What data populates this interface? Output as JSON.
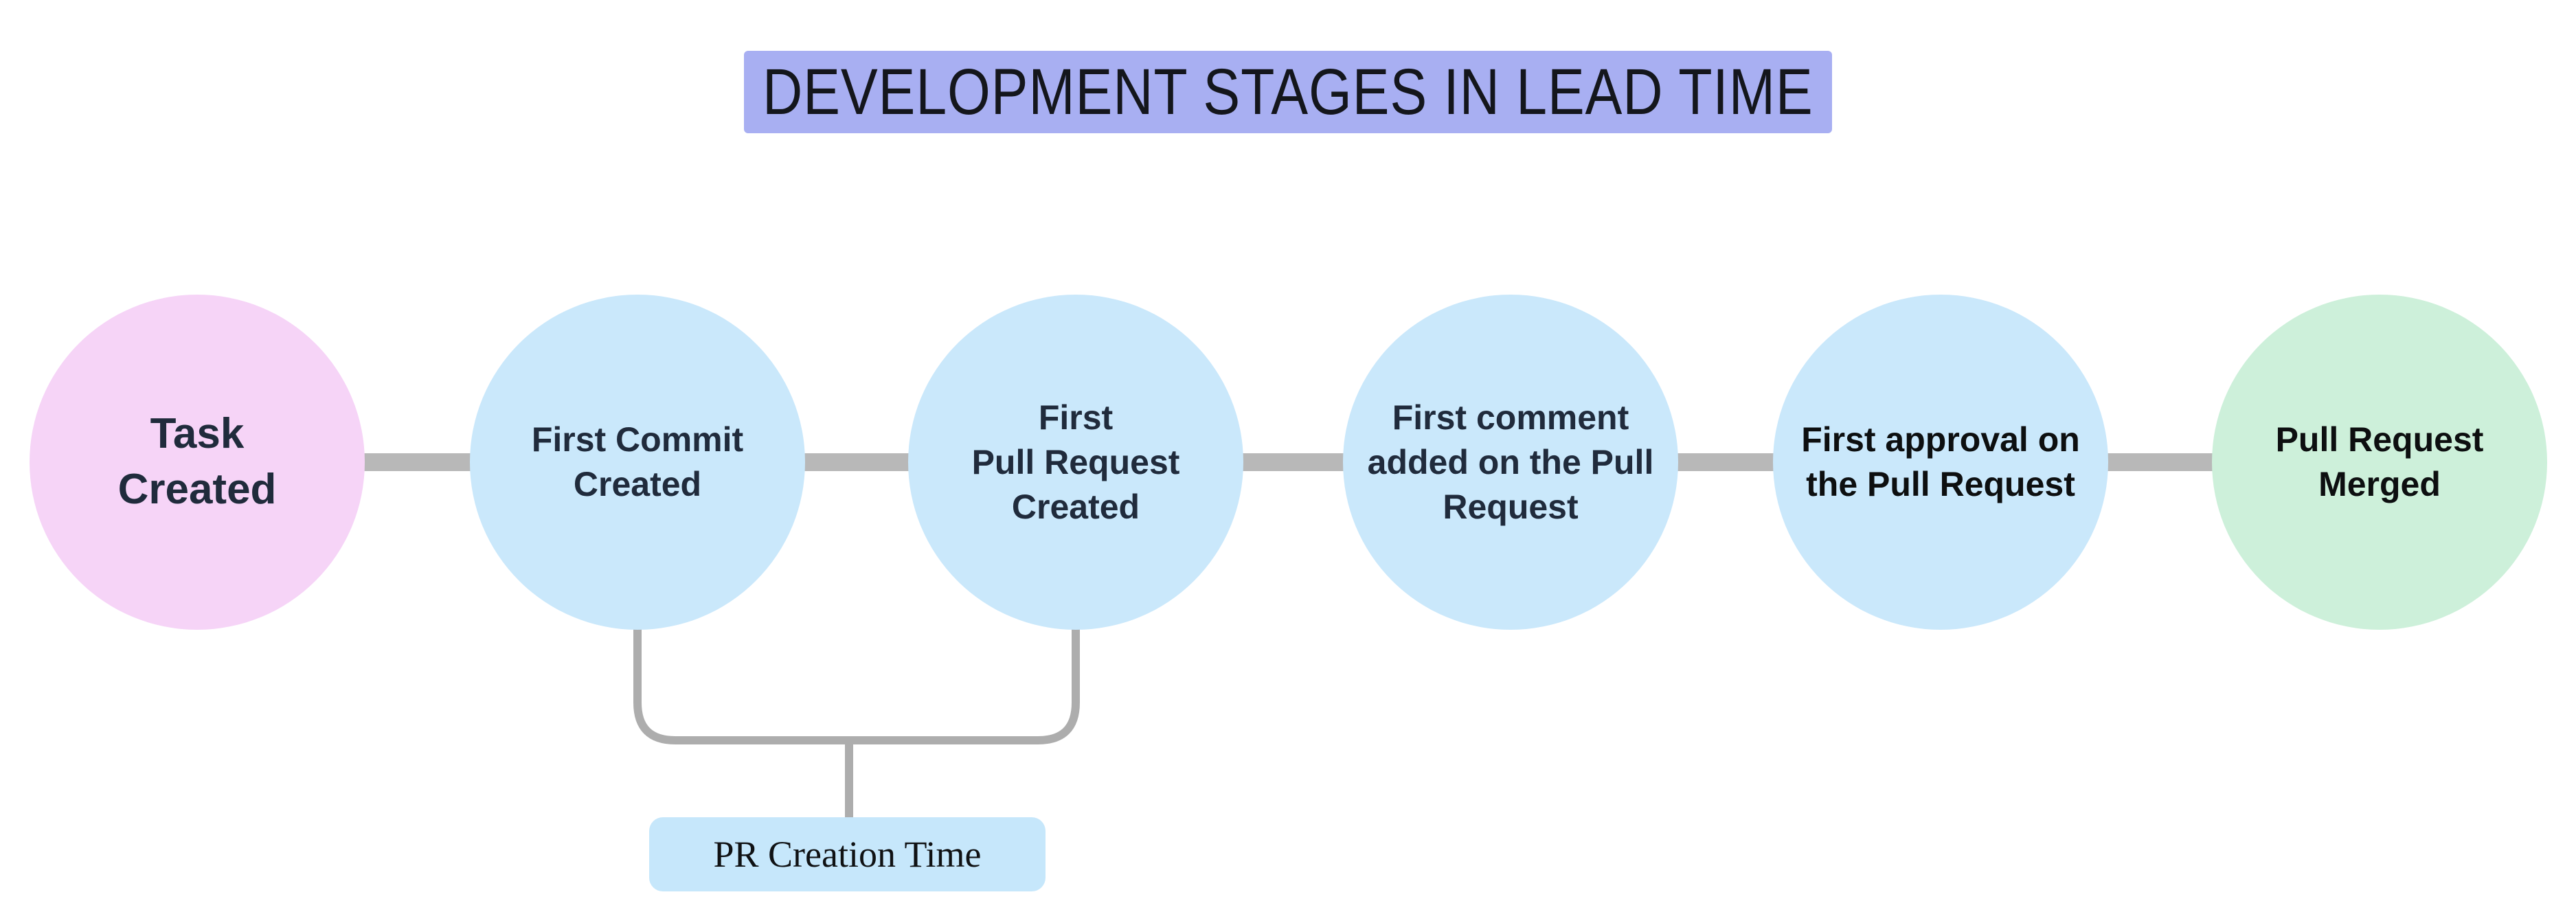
{
  "title": {
    "text": "DEVELOPMENT STAGES IN LEAD TIME"
  },
  "stages": [
    {
      "id": "task-created",
      "label": "Task\nCreated",
      "fill": "#f6d4f7",
      "text_color": "#202b3c",
      "font_size": 62
    },
    {
      "id": "first-commit-created",
      "label": "First Commit\nCreated",
      "fill": "#cae8fb",
      "text_color": "#202b3c",
      "font_size": 50
    },
    {
      "id": "first-pull-request-created",
      "label": "First\nPull Request\nCreated",
      "fill": "#cae8fb",
      "text_color": "#202b3c",
      "font_size": 50
    },
    {
      "id": "first-comment-added",
      "label": "First comment\nadded on the Pull\nRequest",
      "fill": "#cae8fb",
      "text_color": "#202b3c",
      "font_size": 50
    },
    {
      "id": "first-approval",
      "label": "First approval on\nthe Pull Request",
      "fill": "#cae8fb",
      "text_color": "#0d0f10",
      "font_size": 50
    },
    {
      "id": "pull-request-merged",
      "label": "Pull Request\nMerged",
      "fill": "#cdf0da",
      "text_color": "#0d0f10",
      "font_size": 50
    }
  ],
  "annotation": {
    "label": "PR Creation Time",
    "fill": "#c6e7fb",
    "text_color": "#101214",
    "brackets_stages": [
      "First Commit Created",
      "First Pull Request Created"
    ]
  },
  "colors": {
    "background": "#ffffff",
    "title_bg": "#a8aff2",
    "title_text": "#14161c",
    "connector": "#b8b8b8",
    "bracket": "#adadad"
  }
}
